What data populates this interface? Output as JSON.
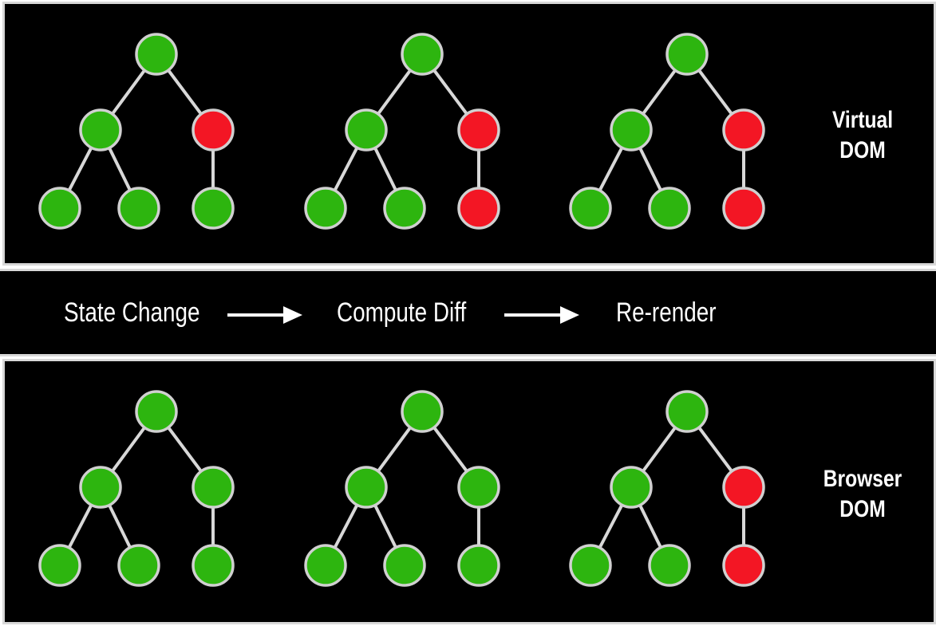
{
  "colors": {
    "unchanged_node": "#2db50f",
    "changed_node": "#f31624",
    "edge": "#d8d8d8",
    "panel_background": "#000000",
    "text": "#ffffff"
  },
  "virtual_dom": {
    "label_line1": "Virtual",
    "label_line2": "DOM",
    "trees": [
      {
        "root": "green",
        "left": "green",
        "right": "red",
        "left_left": "green",
        "left_right": "green",
        "right_child": "green"
      },
      {
        "root": "green",
        "left": "green",
        "right": "red",
        "left_left": "green",
        "left_right": "green",
        "right_child": "red"
      },
      {
        "root": "green",
        "left": "green",
        "right": "red",
        "left_left": "green",
        "left_right": "green",
        "right_child": "red"
      }
    ]
  },
  "flow": {
    "step1": "State Change",
    "step2": "Compute Diff",
    "step3": "Re-render"
  },
  "browser_dom": {
    "label_line1": "Browser",
    "label_line2": "DOM",
    "trees": [
      {
        "root": "green",
        "left": "green",
        "right": "green",
        "left_left": "green",
        "left_right": "green",
        "right_child": "green"
      },
      {
        "root": "green",
        "left": "green",
        "right": "green",
        "left_left": "green",
        "left_right": "green",
        "right_child": "green"
      },
      {
        "root": "green",
        "left": "green",
        "right": "red",
        "left_left": "green",
        "left_right": "green",
        "right_child": "red"
      }
    ]
  }
}
